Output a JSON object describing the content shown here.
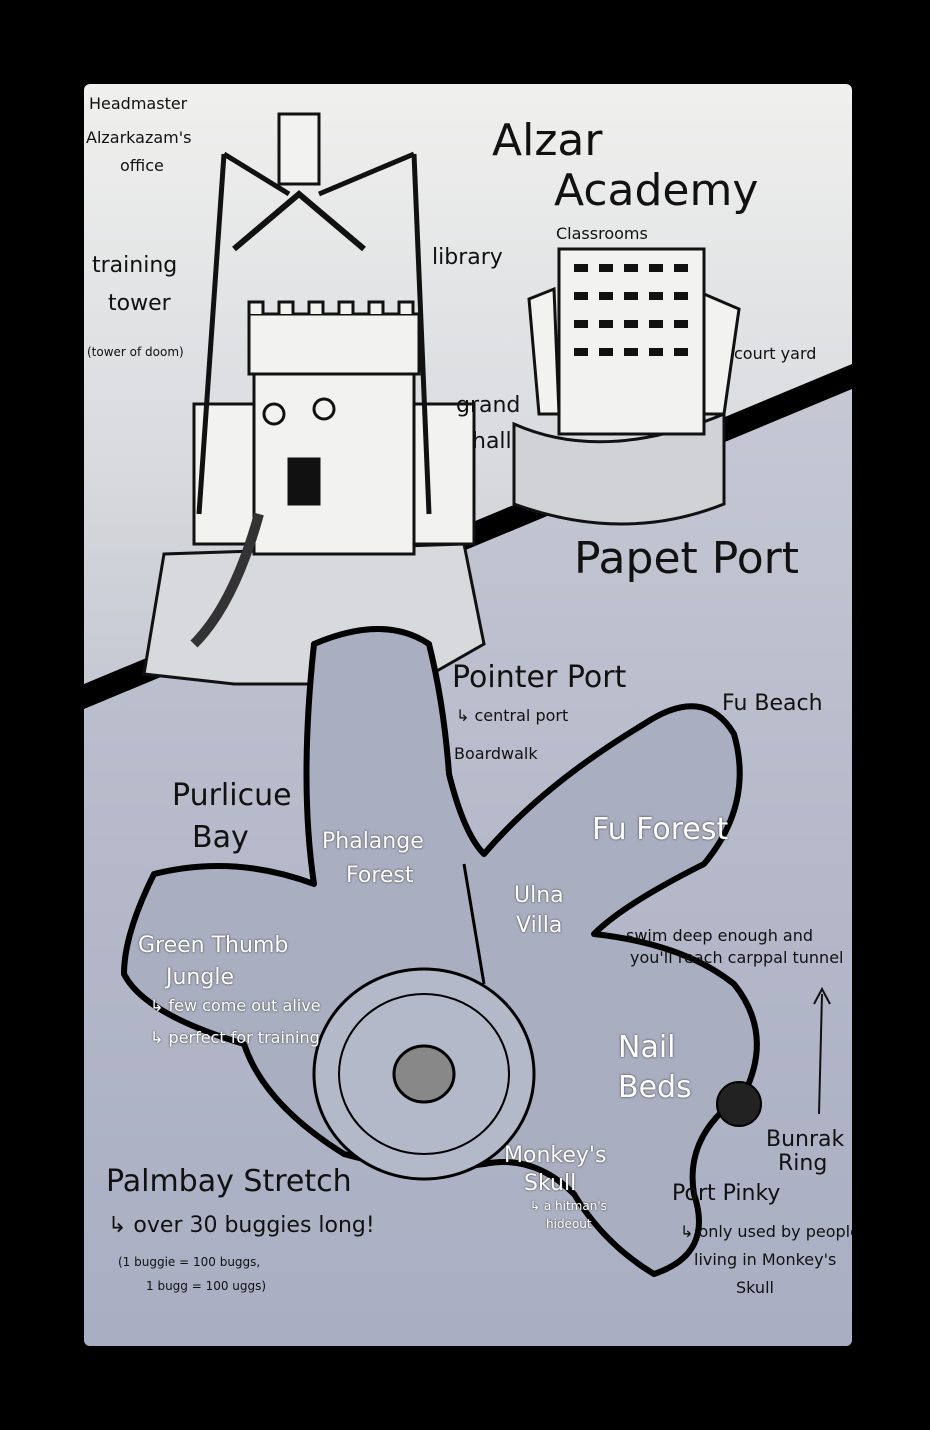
{
  "academy": {
    "title_line1": "Alzar",
    "title_line2": "Academy",
    "labels": {
      "headmaster_1": "Headmaster",
      "headmaster_2": "Alzarkazam's",
      "headmaster_3": "office",
      "training_1": "training",
      "training_2": "tower",
      "training_note": "(tower of doom)",
      "library": "library",
      "classrooms": "Classrooms",
      "courtyard": "court yard",
      "grand_1": "grand",
      "grand_2": "hall"
    }
  },
  "port": {
    "title": "Papet Port",
    "labels": {
      "pointer_port": "Pointer Port",
      "pointer_note": "↳ central port",
      "boardwalk": "Boardwalk",
      "fu_beach": "Fu Beach",
      "purlicue_1": "Purlicue",
      "purlicue_2": "Bay",
      "phalange_1": "Phalange",
      "phalange_2": "Forest",
      "fu_forest": "Fu Forest",
      "ulna_1": "Ulna",
      "ulna_2": "Villa",
      "swim_1": "swim deep enough and",
      "swim_2": "you'll reach carppal tunnel",
      "green_1": "Green Thumb",
      "green_2": "Jungle",
      "green_note1": "↳ few come out alive",
      "green_note2": "↳ perfect for training",
      "nail_1": "Nail",
      "nail_2": "Beds",
      "bunrak_1": "Bunrak",
      "bunrak_2": "Ring",
      "palmbay": "Palmbay Stretch",
      "palmbay_note": "↳ over 30 buggies long!",
      "palmbay_unit1": "(1 buggie = 100 buggs,",
      "palmbay_unit2": "1 bugg = 100 uggs)",
      "monkey_1": "Monkey's",
      "monkey_2": "Skull",
      "monkey_note1": "↳ a hitman's",
      "monkey_note2": "hideout",
      "pinky": "Port Pinky",
      "pinky_note1": "↳ only used by people",
      "pinky_note2": "living in Monkey's",
      "pinky_note3": "Skull"
    }
  }
}
